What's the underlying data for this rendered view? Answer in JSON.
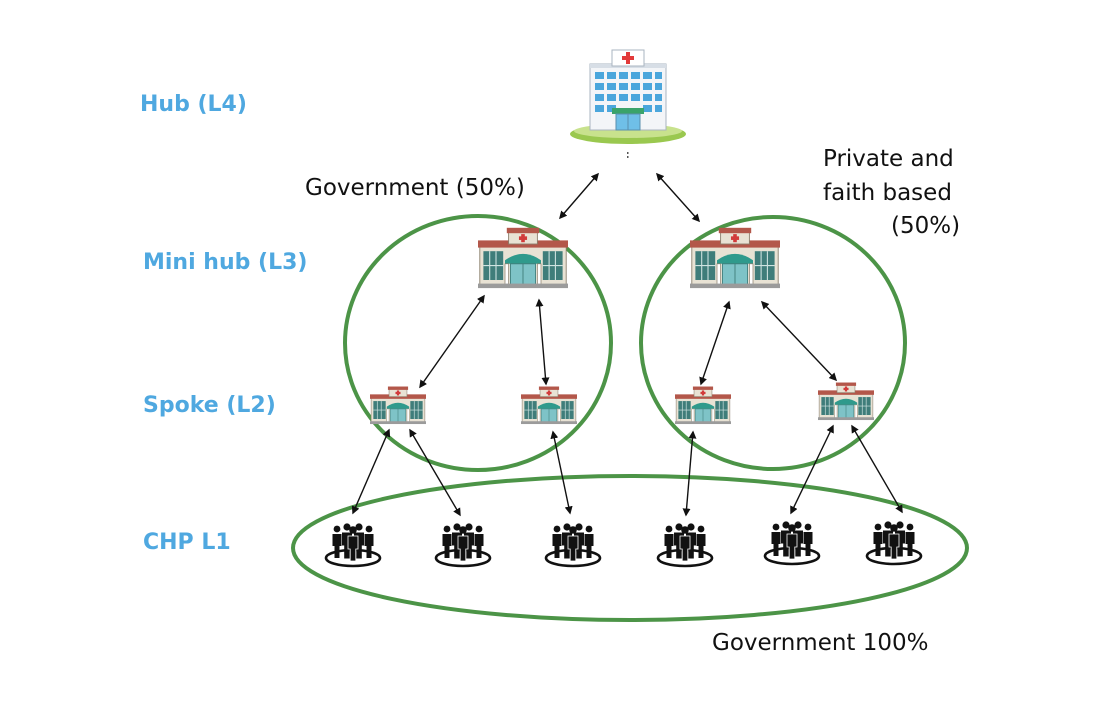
{
  "levels": {
    "hub": "Hub (L4)",
    "mini_hub": "Mini hub (L3)",
    "spoke": "Spoke (L2)",
    "chp": "CHP L1"
  },
  "notes": {
    "government_50": "Government (50%)",
    "private_line1": "Private and",
    "private_line2": "faith based",
    "private_line3": "(50%)",
    "government_100": "Government 100%"
  },
  "colors": {
    "level_label": "#4fa8e0",
    "circle": "#4c9447",
    "arrow": "#111111"
  },
  "icons": {
    "hub": "hospital-icon",
    "mini_hub": "clinic-building-icon",
    "spoke": "health-post-icon",
    "chp": "people-group-icon"
  }
}
